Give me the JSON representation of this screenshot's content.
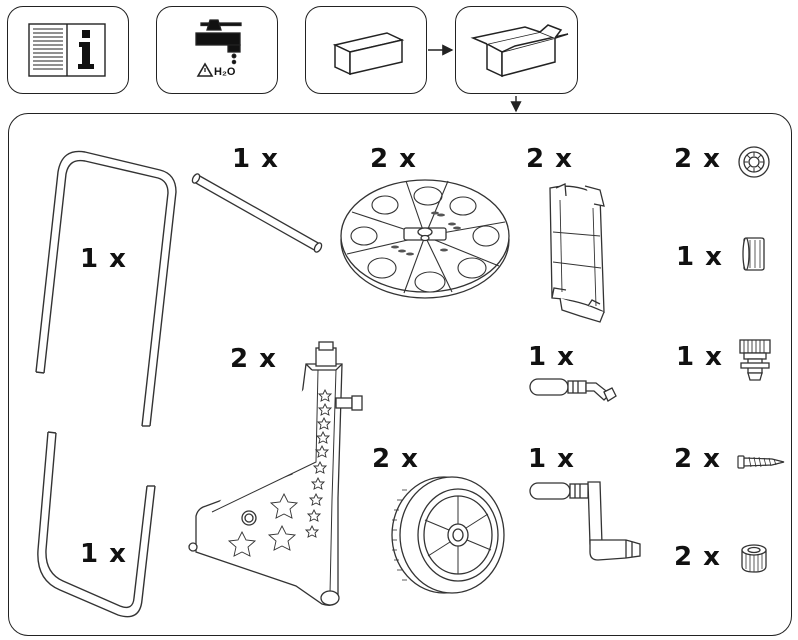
{
  "header": {
    "icons": [
      "manual-info-icon",
      "water-tap-icon",
      "closed-box-icon",
      "open-box-icon"
    ],
    "water_label": "H₂O"
  },
  "parts": [
    {
      "id": "u-frame-top",
      "icon": "u-frame-tube-icon",
      "qty": "1 x"
    },
    {
      "id": "axle-rod",
      "icon": "axle-rod-icon",
      "qty": "1 x"
    },
    {
      "id": "reel-disc",
      "icon": "reel-disc-icon",
      "qty": "2 x"
    },
    {
      "id": "drum-segment",
      "icon": "drum-segment-icon",
      "qty": "2 x"
    },
    {
      "id": "washer",
      "icon": "washer-icon",
      "qty": "2 x"
    },
    {
      "id": "cap-nut",
      "icon": "cap-nut-icon",
      "qty": "1 x"
    },
    {
      "id": "u-frame-bottom",
      "icon": "u-frame-base-icon",
      "qty": "1 x"
    },
    {
      "id": "side-frame",
      "icon": "side-frame-icon",
      "qty": "2 x"
    },
    {
      "id": "hose-connector",
      "icon": "hose-connector-icon",
      "qty": "1 x"
    },
    {
      "id": "tap-adapter",
      "icon": "tap-adapter-icon",
      "qty": "1 x"
    },
    {
      "id": "wheel",
      "icon": "wheel-icon",
      "qty": "2 x"
    },
    {
      "id": "crank-handle",
      "icon": "crank-handle-icon",
      "qty": "1 x"
    },
    {
      "id": "screw",
      "icon": "screw-icon",
      "qty": "2 x"
    },
    {
      "id": "hub-cap",
      "icon": "hub-cap-icon",
      "qty": "2 x"
    }
  ]
}
